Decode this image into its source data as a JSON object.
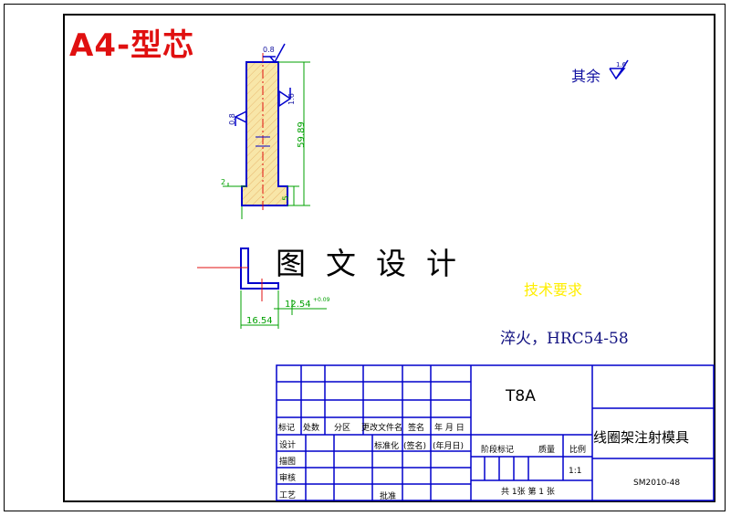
{
  "header": {
    "title": "A4-型芯"
  },
  "drawing": {
    "roughness_other": "其余",
    "roughness_values": [
      "0.8",
      "1.6",
      "0.8",
      "1.6"
    ],
    "dims": [
      "59.89",
      "2",
      "5",
      "12.54",
      "+0.09",
      "16.54"
    ],
    "watermark": "图文设计",
    "tech_title": "技术要求",
    "tech_note": "淬火，HRC54-58"
  },
  "title_block": {
    "material": "T8A",
    "product": "线圈架注射模具",
    "code": "SM2010-48",
    "scale": "1:1",
    "sheets": "共 1张 第 1 张",
    "row_labels": [
      "标记",
      "处数",
      "分区",
      "更改文件名",
      "签名",
      "年 月 日"
    ],
    "role_labels": [
      "设计",
      "描图",
      "审核",
      "工艺"
    ],
    "std": "标准化",
    "sign": "(签名)",
    "date": "(年月日)",
    "approve": "批准",
    "stage": "阶段标记",
    "mass": "质量",
    "ratio": "比例"
  },
  "colors": {
    "border": "#000000",
    "header": "#e01010",
    "hatch": "#f8e6a8",
    "dim": "#00a000",
    "blue": "#0000cc",
    "red_line": "#e01010"
  }
}
